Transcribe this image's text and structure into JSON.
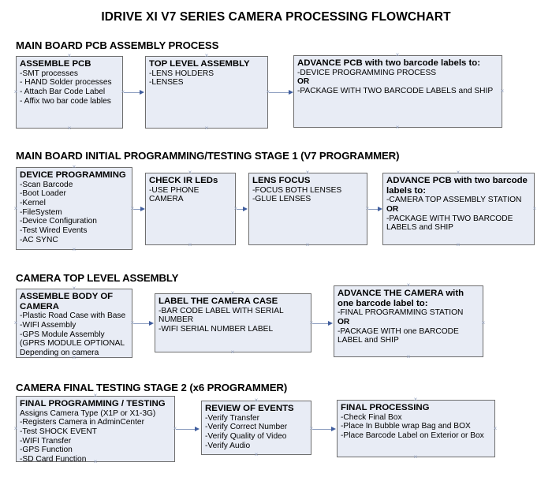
{
  "document": {
    "title": "IDRIVE XI V7 SERIES CAMERA PROCESSING FLOWCHART",
    "accent_color": "#3f5d9e",
    "node_fill": "#e8ecf5",
    "node_border": "#6e6e6e",
    "connector_color": "#8c9dbf"
  },
  "sections": [
    {
      "header": "MAIN BOARD PCB ASSEMBLY PROCESS",
      "nodes": [
        {
          "title": "ASSEMBLE PCB",
          "lines": [
            {
              "text": "-SMT processes",
              "bold": false
            },
            {
              "text": "- HAND Solder processes",
              "bold": false
            },
            {
              "text": "- Attach Bar Code Label",
              "bold": false
            },
            {
              "text": "- Affix two bar code lables",
              "bold": false
            }
          ]
        },
        {
          "title": "TOP LEVEL ASSEMBLY",
          "lines": [
            {
              "text": "-LENS HOLDERS",
              "bold": false
            },
            {
              "text": "-LENSES",
              "bold": false
            }
          ]
        },
        {
          "title": "ADVANCE PCB with two barcode labels to:",
          "lines": [
            {
              "text": "-DEVICE PROGRAMMING PROCESS",
              "bold": false
            },
            {
              "text": "OR",
              "bold": true
            },
            {
              "text": "-PACKAGE WITH TWO BARCODE LABELS and SHIP",
              "bold": false
            }
          ]
        }
      ]
    },
    {
      "header": "MAIN BOARD INITIAL PROGRAMMING/TESTING STAGE 1 (V7 PROGRAMMER)",
      "nodes": [
        {
          "title": "DEVICE PROGRAMMING",
          "lines": [
            {
              "text": "-Scan Barcode",
              "bold": false
            },
            {
              "text": "-Boot Loader",
              "bold": false
            },
            {
              "text": "-Kernel",
              "bold": false
            },
            {
              "text": "-FileSystem",
              "bold": false
            },
            {
              "text": "-Device Configuration",
              "bold": false
            },
            {
              "text": "-Test Wired Events",
              "bold": false
            },
            {
              "text": "-AC SYNC",
              "bold": false
            }
          ]
        },
        {
          "title": "CHECK IR LEDs",
          "lines": [
            {
              "text": "-USE PHONE CAMERA",
              "bold": false
            }
          ]
        },
        {
          "title": "LENS FOCUS",
          "lines": [
            {
              "text": "-FOCUS BOTH LENSES",
              "bold": false
            },
            {
              "text": "-GLUE LENSES",
              "bold": false
            }
          ]
        },
        {
          "title": "ADVANCE PCB with two barcode labels to:",
          "lines": [
            {
              "text": "-CAMERA TOP ASSEMBLY STATION",
              "bold": false
            },
            {
              "text": "OR",
              "bold": true
            },
            {
              "text": "-PACKAGE WITH TWO BARCODE LABELS and SHIP",
              "bold": false
            }
          ]
        }
      ]
    },
    {
      "header": "CAMERA TOP LEVEL ASSEMBLY",
      "nodes": [
        {
          "title": "ASSEMBLE BODY OF CAMERA",
          "lines": [
            {
              "text": "-Plastic Road Case with Base",
              "bold": false
            },
            {
              "text": "-WIFI Assembly",
              "bold": false
            },
            {
              "text": "-GPS Module Assembly",
              "bold": false
            },
            {
              "text": "(GPRS MODULE OPTIONAL",
              "bold": false
            },
            {
              "text": "Depending on camera version)",
              "bold": false
            }
          ]
        },
        {
          "title": "LABEL THE CAMERA CASE",
          "lines": [
            {
              "text": "-BAR CODE LABEL WITH SERIAL NUMBER",
              "bold": false
            },
            {
              "text": "-WIFI SERIAL NUMBER LABEL",
              "bold": false
            }
          ]
        },
        {
          "title": "ADVANCE THE CAMERA with one barcode label to:",
          "lines": [
            {
              "text": "-FINAL PROGRAMMING STATION",
              "bold": false
            },
            {
              "text": "OR",
              "bold": true
            },
            {
              "text": "-PACKAGE WITH one BARCODE LABEL and SHIP",
              "bold": false
            }
          ]
        }
      ]
    },
    {
      "header": "CAMERA FINAL TESTING STAGE 2 (x6 PROGRAMMER)",
      "nodes": [
        {
          "title": "FINAL PROGRAMMING / TESTING",
          "lines": [
            {
              "text": "Assigns Camera Type (X1P or X1-3G)",
              "bold": false
            },
            {
              "text": "-Registers Camera in AdminCenter",
              "bold": false
            },
            {
              "text": "-Test SHOCK EVENT",
              "bold": false
            },
            {
              "text": "-WIFI Transfer",
              "bold": false
            },
            {
              "text": "-GPS Function",
              "bold": false
            },
            {
              "text": "-SD Card Function",
              "bold": false
            }
          ]
        },
        {
          "title": "REVIEW OF EVENTS",
          "lines": [
            {
              "text": "-Verify Transfer",
              "bold": false
            },
            {
              "text": "-Verify Correct Number",
              "bold": false
            },
            {
              "text": "-Verify Quality of Video",
              "bold": false
            },
            {
              "text": "-Verify Audio",
              "bold": false
            }
          ]
        },
        {
          "title": "FINAL PROCESSING",
          "lines": [
            {
              "text": " -Check Final Box",
              "bold": false
            },
            {
              "text": "-Place In Bubble wrap Bag and BOX",
              "bold": false
            },
            {
              "text": "-Place Barcode Label on Exterior or Box",
              "bold": false
            }
          ]
        }
      ]
    }
  ]
}
